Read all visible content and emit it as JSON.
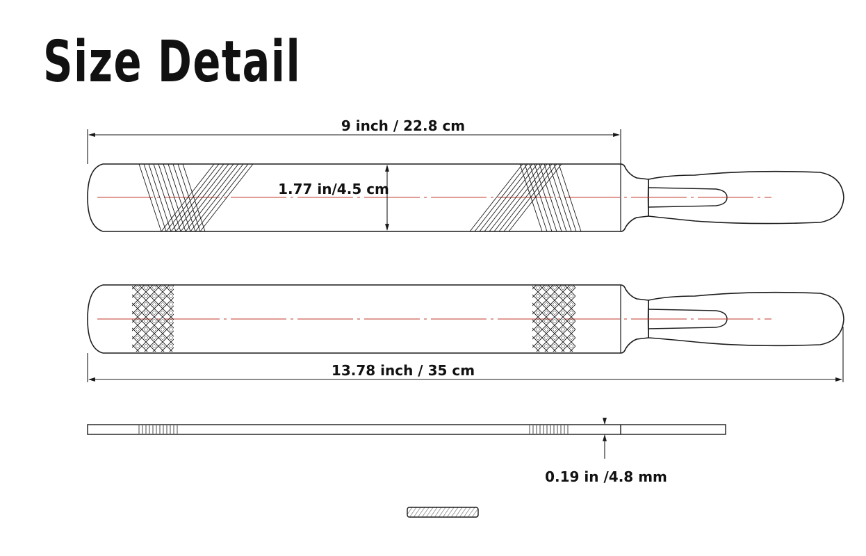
{
  "title": "Size Detail",
  "dimensions": {
    "blade_length": "9 inch / 22.8 cm",
    "blade_width": "1.77 in/4.5 cm",
    "total_length": "13.78 inch / 35 cm",
    "thickness": "0.19 in /4.8 mm"
  },
  "colors": {
    "line": "#1a1a1a",
    "centerline": "#c0392b",
    "background": "#ffffff"
  }
}
